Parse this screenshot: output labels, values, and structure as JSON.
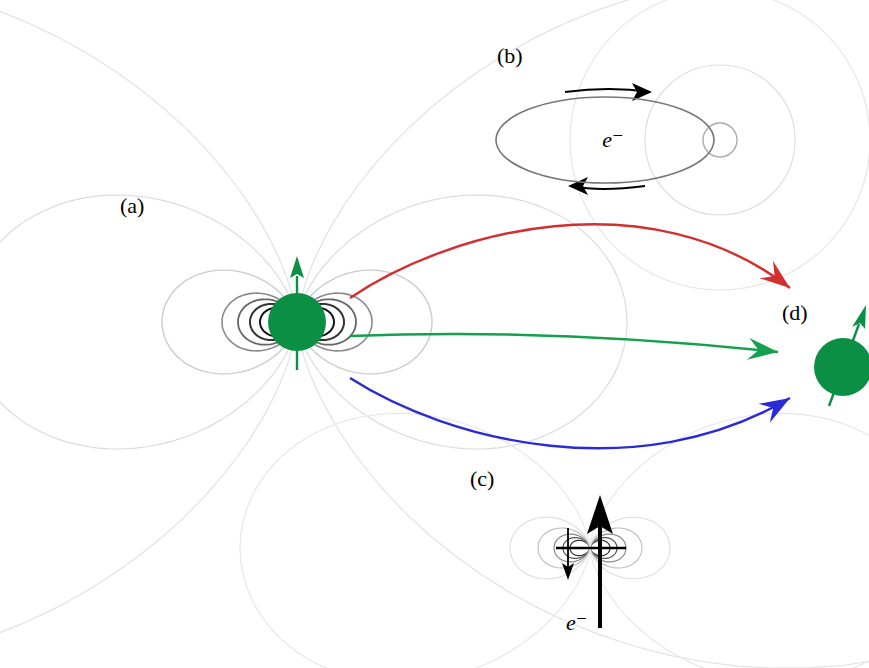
{
  "diagram": {
    "nodes": [
      {
        "text": [
          "(a)"
        ]
      },
      {
        "text": [
          "(b)",
          "e⁻"
        ]
      },
      {
        "text": [
          "(d)"
        ]
      }
    ],
    "edges": [
      {
        "from": 0,
        "to": 2,
        "arrow": "to"
      },
      {
        "from": 0,
        "to": 2,
        "arrow": "to"
      },
      {
        "from": 0,
        "to": 2,
        "arrow": "to"
      }
    ],
    "labels": [
      "(c)",
      "e⁻"
    ]
  }
}
